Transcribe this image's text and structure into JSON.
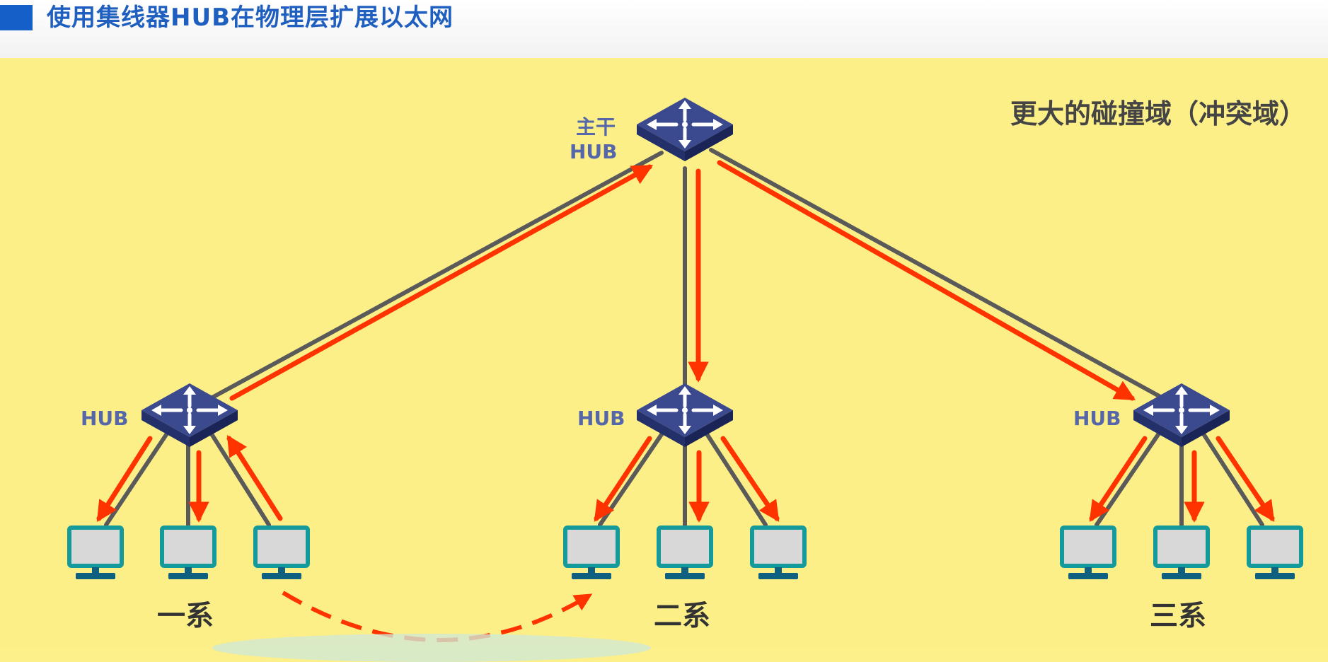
{
  "header": {
    "title": "使用集线器HUB在物理层扩展以太网"
  },
  "headline": "更大的碰撞域（冲突域）",
  "backbone": {
    "label_line1": "主干",
    "label_line2": "HUB"
  },
  "groups": [
    {
      "hub_label": "HUB",
      "dept_label": "一系"
    },
    {
      "hub_label": "HUB",
      "dept_label": "二系"
    },
    {
      "hub_label": "HUB",
      "dept_label": "三系"
    }
  ],
  "colors": {
    "background": "#fdef88",
    "link": "#5a5a5a",
    "signal_arrow": "#ff3300",
    "hub_body": "#3b4a8f",
    "pc_frame": "#149a9a",
    "pc_screen": "#d8d8d8",
    "pc_base": "#0f5f80"
  }
}
